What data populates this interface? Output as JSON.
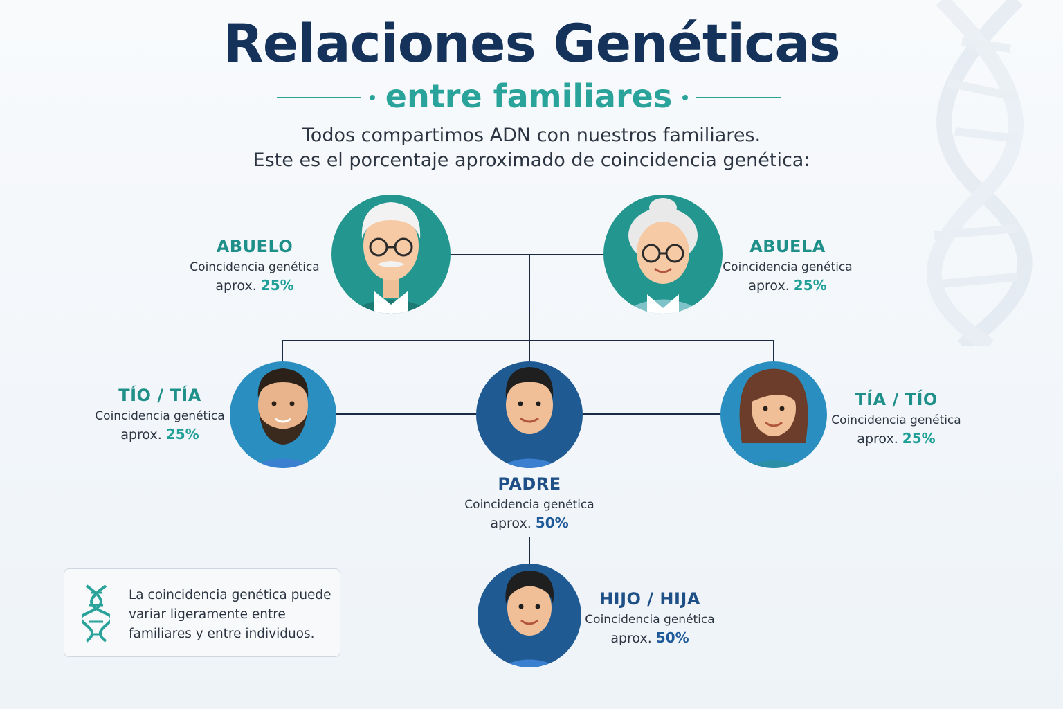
{
  "header": {
    "title": "Relaciones Genéticas",
    "subtitle": "entre familiares",
    "intro_line1": "Todos compartimos ADN con nuestros familiares.",
    "intro_line2": "Este es el porcentaje aproximado de coincidencia genética:"
  },
  "nodes": {
    "abuelo": {
      "name": "ABUELO",
      "desc": "Coincidencia genética",
      "prefix": "aprox.",
      "pct": "25%"
    },
    "abuela": {
      "name": "ABUELA",
      "desc": "Coincidencia genética",
      "prefix": "aprox.",
      "pct": "25%"
    },
    "tio": {
      "name": "TÍO / TÍA",
      "desc": "Coincidencia genética",
      "prefix": "aprox.",
      "pct": "25%"
    },
    "padre": {
      "name": "PADRE",
      "desc": "Coincidencia genética",
      "prefix": "aprox.",
      "pct": "50%"
    },
    "tia": {
      "name": "TÍA / TÍO",
      "desc": "Coincidencia genética",
      "prefix": "aprox.",
      "pct": "25%"
    },
    "hijo": {
      "name": "HIJO / HIJA",
      "desc": "Coincidencia genética",
      "prefix": "aprox.",
      "pct": "50%"
    }
  },
  "note": {
    "text": "La coincidencia genética puede variar ligeramente entre familiares y entre individuos."
  },
  "colors": {
    "title": "#14325a",
    "teal": "#2aa39b",
    "blue": "#1e4f86",
    "lines": "#1c2b45"
  }
}
